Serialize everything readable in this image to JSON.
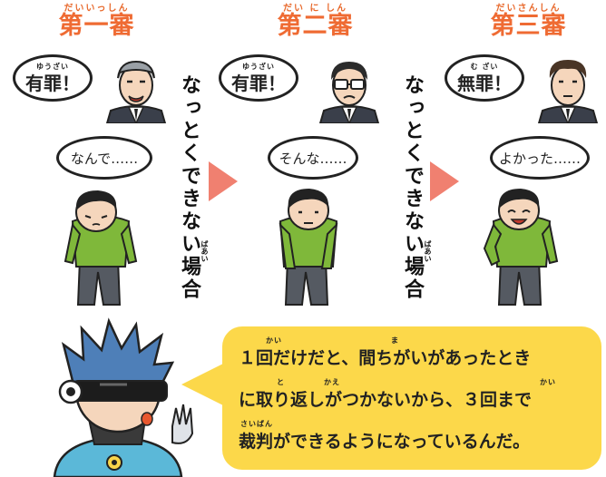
{
  "trials": [
    {
      "ruby": "だいいっしん",
      "title": "第一審",
      "verdict_ruby": "ゆうざい",
      "verdict": "有罪！",
      "reaction": "なんで……"
    },
    {
      "ruby": "だい に しん",
      "title": "第二審",
      "verdict_ruby": "ゆうざい",
      "verdict": "有罪！",
      "reaction": "そんな……"
    },
    {
      "ruby": "だいさんしん",
      "title": "第三審",
      "verdict_ruby": "む ざい",
      "verdict": "無罪！",
      "reaction": "よかった……"
    }
  ],
  "unsatisfied_label": "なっとくできない場合",
  "unsatisfied_ruby": "ばあい",
  "explanation": {
    "line1": "１回だけだと、間ちがいがあったとき",
    "line2": "に取り返しがつかないから、３回まで",
    "line3": "裁判ができるようになっているんだ。",
    "ruby_kai1": "かい",
    "ruby_ma": "ま",
    "ruby_to": "と",
    "ruby_kae": "かえ",
    "ruby_kai2": "かい",
    "ruby_saiban": "さいばん"
  },
  "colors": {
    "title": "#ef6b33",
    "arrow": "#f08070",
    "speech_bg": "#fcd84a",
    "sweater": "#7fb83a"
  }
}
